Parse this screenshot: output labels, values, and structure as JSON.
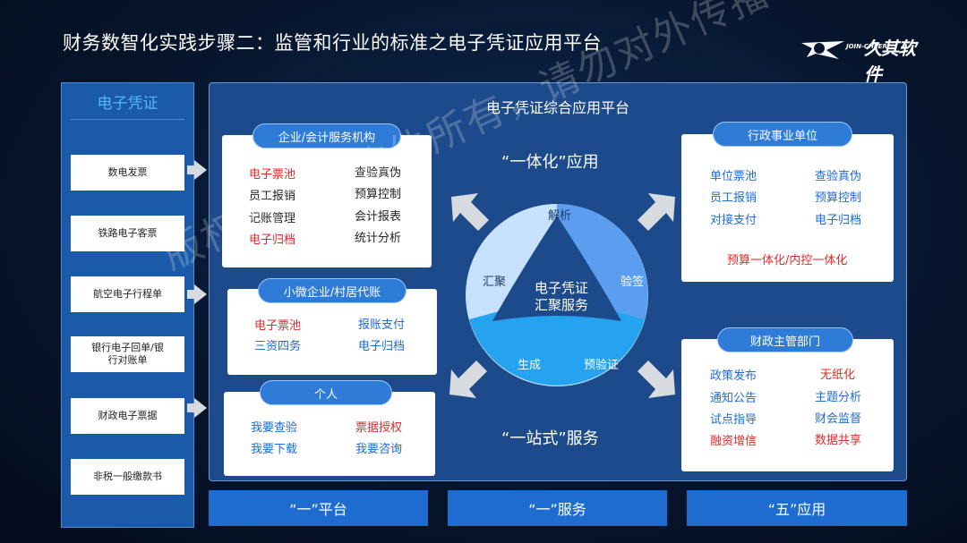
{
  "title": "财务数智化实践步骤二：监管和行业的标准之电子凭证应用平台",
  "logo": {
    "en": "JOIN-CHEER",
    "cn": "久其软件"
  },
  "left": {
    "title": "电子凭证",
    "items": [
      "数电发票",
      "铁路电子客票",
      "航空电子行程单",
      "银行电子回单/银行对账单",
      "财政电子票据",
      "非税一般缴款书"
    ]
  },
  "main": {
    "title": "电子凭证综合应用平台",
    "slogan_top": "“一体化”应用",
    "slogan_bottom": "“一站式”服务",
    "center": {
      "line1": "电子凭证",
      "line2": "汇聚服务"
    },
    "ring": {
      "top": "解析",
      "left": "汇聚",
      "right": "验签",
      "bottom_left": "生成",
      "bottom_right": "预验证"
    },
    "enterprise": {
      "label": "企业/会计服务机构",
      "items": [
        "电子票池",
        "查验真伪",
        "员工报销",
        "预算控制",
        "记账管理",
        "会计报表",
        "电子归档",
        "统计分析"
      ]
    },
    "small": {
      "label": "小微企业/村居代账",
      "items": [
        "电子票池",
        "报账支付",
        "三资四务",
        "电子归档"
      ]
    },
    "personal": {
      "label": "个人",
      "items": [
        "我要查验",
        "票据授权",
        "我要下载",
        "我要咨询"
      ]
    },
    "admin": {
      "label": "行政事业单位",
      "items": [
        "单位票池",
        "查验真伪",
        "员工报销",
        "预算控制",
        "对接支付",
        "电子归档"
      ],
      "footer": "预算一体化/内控一体化"
    },
    "finance": {
      "label": "财政主管部门",
      "items": [
        "政策发布",
        "无纸化",
        "通知公告",
        "主题分析",
        "试点指导",
        "财会监督",
        "融资增信",
        "数据共享"
      ]
    }
  },
  "bottom": [
    "“一”平台",
    "“一”服务",
    "“五”应用"
  ],
  "watermark": "版权归久其软件所有，请勿对外传播"
}
